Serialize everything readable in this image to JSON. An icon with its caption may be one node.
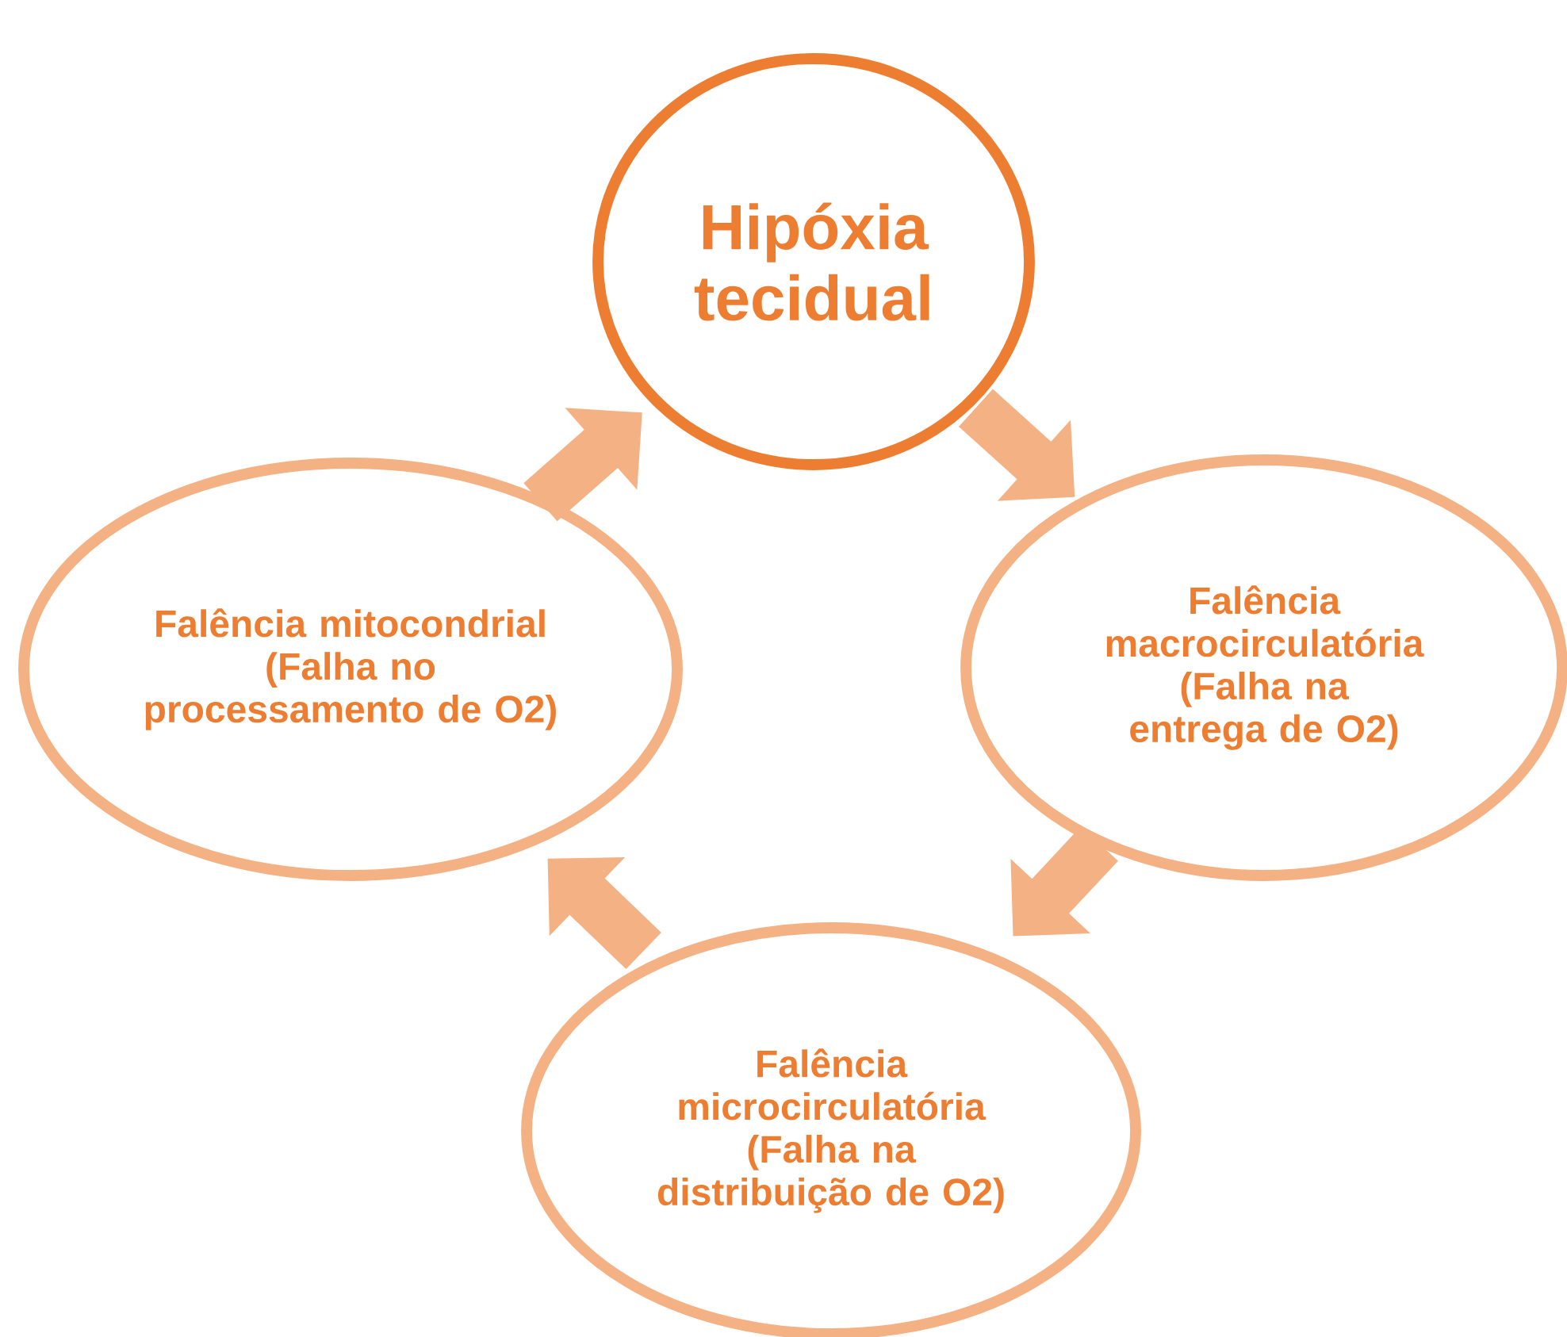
{
  "diagram": {
    "nodes": [
      {
        "text": [
          "Hipóxia tecidual"
        ]
      },
      {
        "text": [
          "Falência mitocondrial (Falha no processamento de O2)"
        ]
      },
      {
        "text": [
          "Falência macrocirculatória (Falha na entrega de O2)"
        ]
      },
      {
        "text": [
          "Falência microcirculatória (Falha na distribuição de O2)"
        ]
      }
    ],
    "edges": [
      {
        "from": 0,
        "to": 2,
        "arrow": "to"
      },
      {
        "from": 2,
        "to": 3,
        "arrow": "to"
      },
      {
        "from": 3,
        "to": 1,
        "arrow": "to"
      },
      {
        "from": 1,
        "to": 0,
        "arrow": "to"
      }
    ]
  }
}
